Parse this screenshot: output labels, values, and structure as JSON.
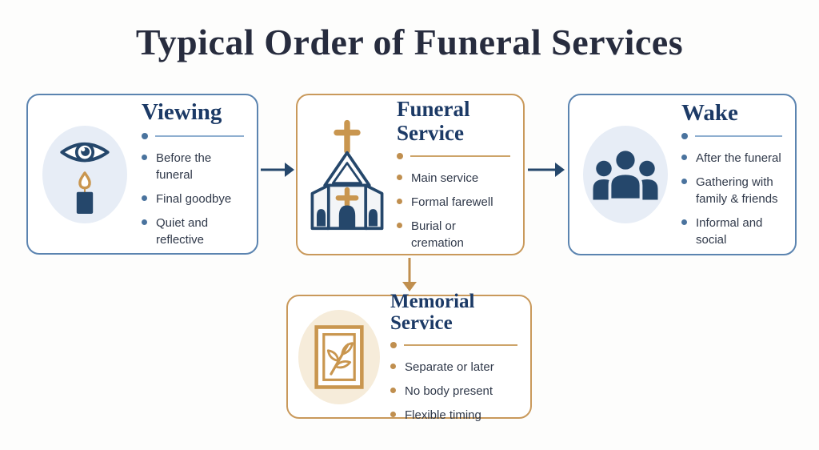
{
  "title": "Typical Order of Funeral Services",
  "colors": {
    "heading_navy": "#1c3a66",
    "title_navy": "#272c3e",
    "blue_border": "#5b84b0",
    "gold_border": "#c9995b",
    "blue_icon_bg": "#e7edf6",
    "cream_icon_bg": "#f6ecda",
    "icon_navy": "#25476b",
    "icon_gold": "#c9964f",
    "bullet_blue": "#4a739e",
    "bullet_gold": "#c08f4f"
  },
  "cards": [
    {
      "title": "Viewing",
      "icon": "eye-and-candle",
      "theme": "blue",
      "bullets": [
        "Before the funeral",
        "Final goodbye",
        "Quiet and reflective"
      ]
    },
    {
      "title": "Funeral Service",
      "icon": "church",
      "theme": "gold",
      "bullets": [
        "Main service",
        "Formal farewell",
        "Burial or cremation"
      ]
    },
    {
      "title": "Wake",
      "icon": "group-of-people",
      "theme": "blue",
      "bullets": [
        "After the funeral",
        "Gathering with family & friends",
        "Informal and social"
      ]
    },
    {
      "title": "Memorial Service",
      "icon": "framed-leaf-picture",
      "theme": "gold",
      "bullets": [
        "Separate or later",
        "No body present",
        "Flexible timing"
      ]
    }
  ]
}
